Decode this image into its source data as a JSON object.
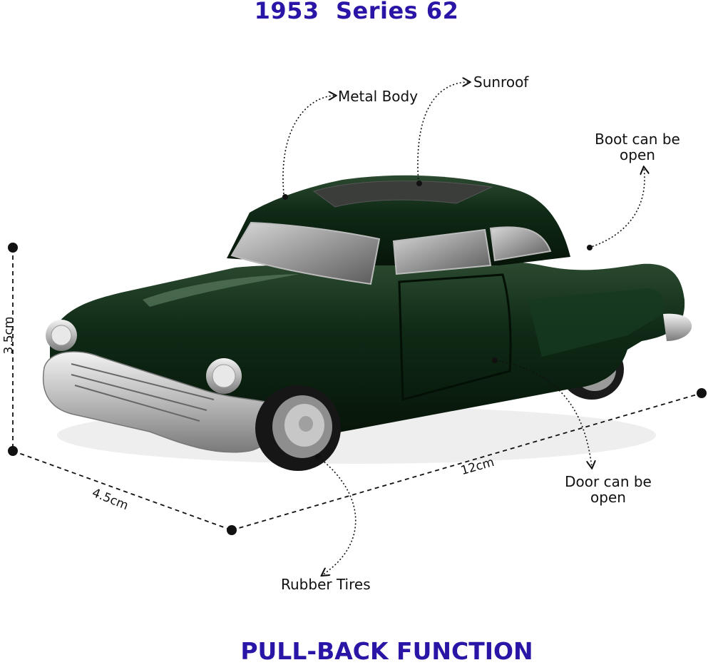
{
  "title": "1953  Series 62",
  "footer": "PULL-BACK FUNCTION",
  "callouts": {
    "metal_body": "Metal Body",
    "sunroof": "Sunroof",
    "boot": "Boot can be open",
    "door": "Door can be open",
    "tires": "Rubber Tires"
  },
  "dimensions": {
    "height": "3.5cm",
    "width": "4.5cm",
    "length": "12cm"
  },
  "colors": {
    "title": "#2a16a6",
    "car_body": "#0f2a16",
    "chrome": "#c8c8c8"
  }
}
